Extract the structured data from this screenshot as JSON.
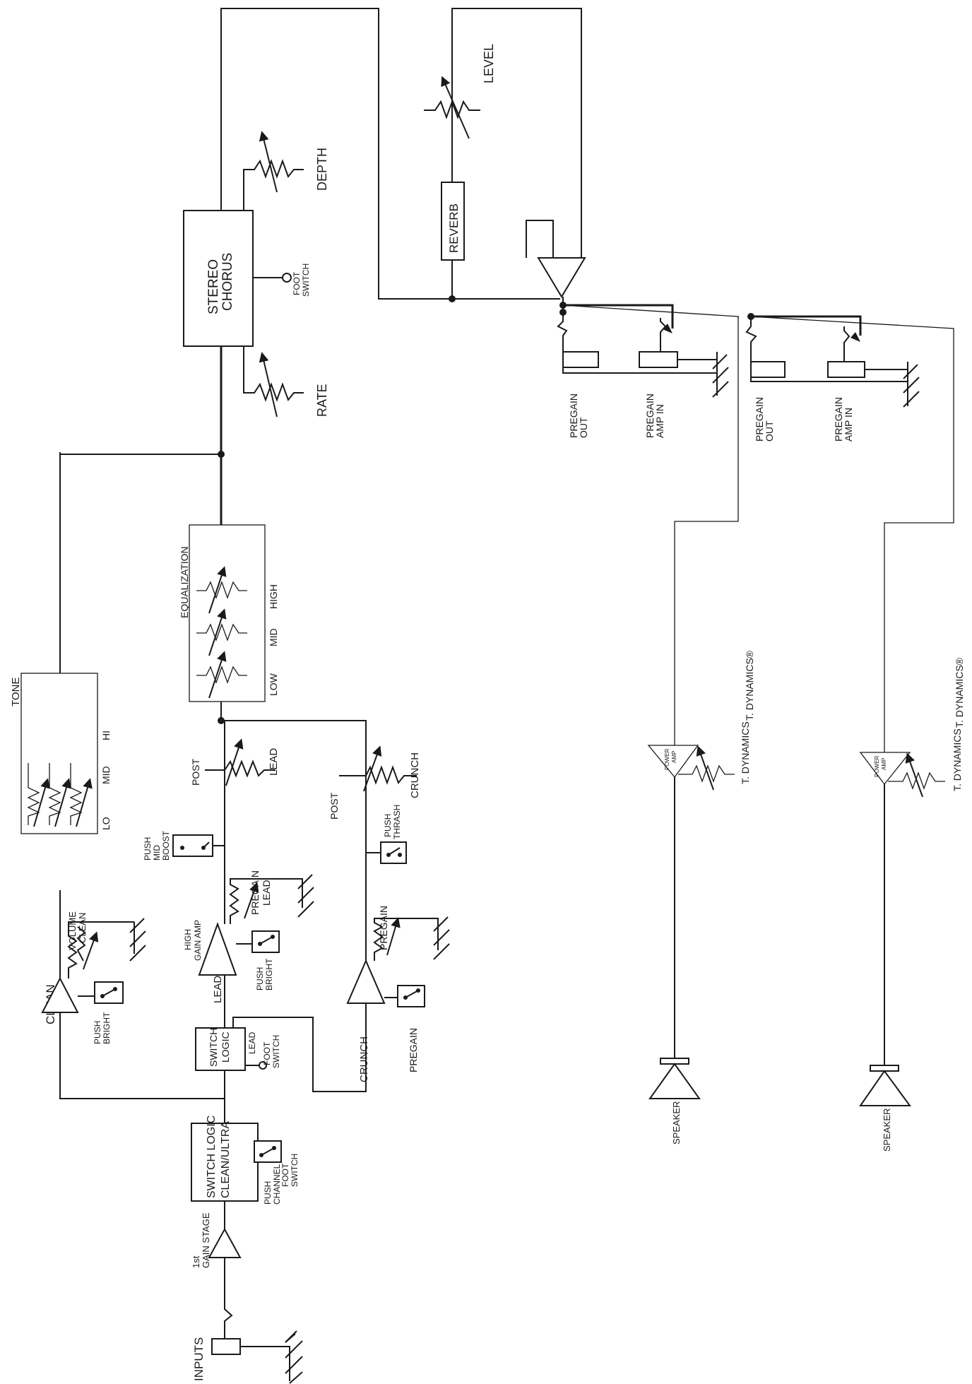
{
  "colors": {
    "ink": "#1a1a1a",
    "background": "#ffffff"
  },
  "labels": {
    "inputs": "INPUTS",
    "first_gain_1": "1st",
    "first_gain_2": "GAIN STAGE",
    "push_channel_1": "PUSH",
    "push_channel_2": "CHANNEL",
    "foot_switch_main_1": "FOOT",
    "foot_switch_main_2": "SWITCH",
    "switch_logic_main_1": "SWITCH LOGIC",
    "switch_logic_main_2": "CLEAN/ULTRA",
    "clean": "CLEAN",
    "push_bright_clean_1": "PUSH",
    "push_bright_clean_2": "BRIGHT",
    "volume_clean_1": "VOLUME",
    "volume_clean_2": "CLEAN",
    "tone": "TONE",
    "tone_lo": "LO",
    "tone_mid": "MID",
    "tone_hi": "HI",
    "lead": "LEAD",
    "switch_logic_lead_1": "SWITCH",
    "switch_logic_lead_2": "LOGIC",
    "lead_foot_switch_1": "LEAD",
    "lead_foot_switch_2": "FOOT",
    "lead_foot_switch_3": "SWITCH",
    "crunch": "CRUNCH",
    "high_gain_amp_1": "HIGH",
    "high_gain_amp_2": "GAIN AMP",
    "push_bright_lead_1": "PUSH",
    "push_bright_lead_2": "BRIGHT",
    "pregain_lead_1": "PREGAIN",
    "pregain_lead_2": "LEAD",
    "push_mid_boost_1": "PUSH",
    "push_mid_boost_2": "MID",
    "push_mid_boost_3": "BOOST",
    "post_lead": "POST",
    "lead_pot": "LEAD",
    "pregain_crunch_pot": "PREGAIN",
    "pregain_crunch_switch": "PREGAIN",
    "push_thrash_1": "PUSH",
    "push_thrash_2": "THRASH",
    "post_crunch": "POST",
    "crunch_pot": "CRUNCH",
    "equalization": "EQUALIZATION",
    "eq_low": "LOW",
    "eq_mid": "MID",
    "eq_high": "HIGH",
    "stereo_chorus_1": "STEREO",
    "stereo_chorus_2": "CHORUS",
    "chorus_foot_switch_1": "FOOT",
    "chorus_foot_switch_2": "SWITCH",
    "rate": "RATE",
    "depth": "DEPTH",
    "reverb": "REVERB",
    "level": "LEVEL",
    "pregain_out_1a": "PREGAIN",
    "pregain_out_1b": "OUT",
    "pregain_amp_in_1a": "PREGAIN",
    "pregain_amp_in_1b": "AMP IN",
    "pregain_out_2a": "PREGAIN",
    "pregain_out_2b": "OUT",
    "pregain_amp_in_2a": "PREGAIN",
    "pregain_amp_in_2b": "AMP IN",
    "power_amp_1a": "POWER",
    "power_amp_1b": "AMP",
    "power_amp_2a": "POWER",
    "power_amp_2b": "AMP",
    "t_dynamics_pot_1": "T. DYNAMICS",
    "t_dynamics_pot_2": "T. DYNAMICS",
    "t_dynamics_side_1": "T. DYNAMICS®",
    "t_dynamics_side_2": "T. DYNAMICS®",
    "speaker_1": "SPEAKER",
    "speaker_2": "SPEAKER"
  }
}
